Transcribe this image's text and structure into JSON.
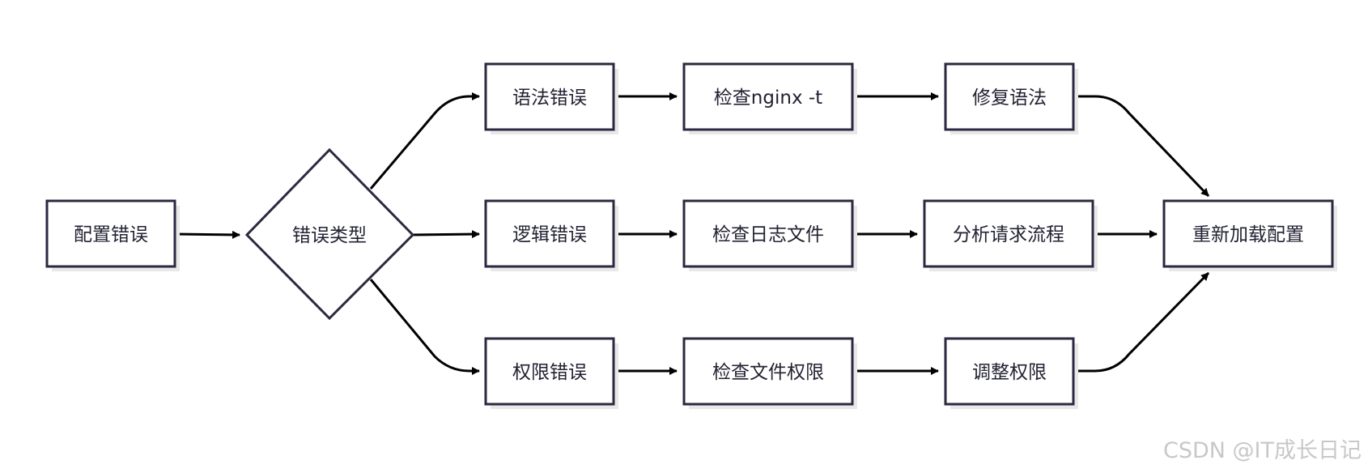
{
  "nodes": {
    "config_error": "配置错误",
    "error_type": "错误类型",
    "syntax_error": "语法错误",
    "check_nginx_t": "检查nginx -t",
    "fix_syntax": "修复语法",
    "logic_error": "逻辑错误",
    "check_log_file": "检查日志文件",
    "analyze_request_flow": "分析请求流程",
    "permission_error": "权限错误",
    "check_file_permission": "检查文件权限",
    "adjust_permission": "调整权限",
    "reload_config": "重新加载配置"
  },
  "watermark": "CSDN @IT成长日记",
  "colors": {
    "border": "#2b2940",
    "arrow": "#000000",
    "text": "#222233",
    "watermark": "#c8c8c8"
  }
}
